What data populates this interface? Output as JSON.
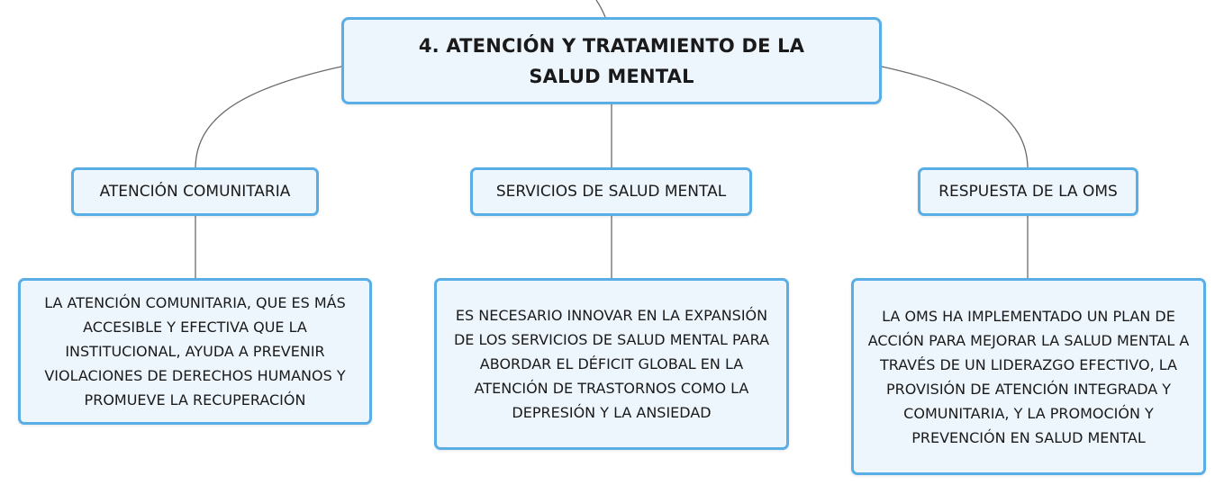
{
  "map": {
    "root": {
      "title": "4. ATENCIÓN Y TRATAMIENTO DE LA SALUD MENTAL"
    },
    "branches": [
      {
        "label": "ATENCIÓN COMUNITARIA",
        "detail": "LA ATENCIÓN COMUNITARIA, QUE ES MÁS ACCESIBLE Y EFECTIVA QUE LA INSTITUCIONAL, AYUDA A PREVENIR VIOLACIONES DE DERECHOS HUMANOS Y PROMUEVE LA RECUPERACIÓN"
      },
      {
        "label": "SERVICIOS DE SALUD MENTAL",
        "detail": "ES NECESARIO INNOVAR EN LA EXPANSIÓN DE LOS SERVICIOS DE SALUD MENTAL PARA ABORDAR EL DÉFICIT GLOBAL EN LA ATENCIÓN DE TRASTORNOS COMO LA DEPRESIÓN Y LA ANSIEDAD"
      },
      {
        "label": "RESPUESTA DE LA OMS",
        "detail": "LA OMS HA IMPLEMENTADO UN PLAN DE ACCIÓN PARA MEJORAR LA SALUD MENTAL A TRAVÉS DE UN LIDERAZGO EFECTIVO, LA PROVISIÓN DE ATENCIÓN INTEGRADA Y COMUNITARIA, Y LA PROMOCIÓN Y PREVENCIÓN EN SALUD MENTAL"
      }
    ],
    "colors": {
      "node_fill": "#eef6fd",
      "node_border": "#5aaee6",
      "connector": "#6b6b6b"
    }
  }
}
